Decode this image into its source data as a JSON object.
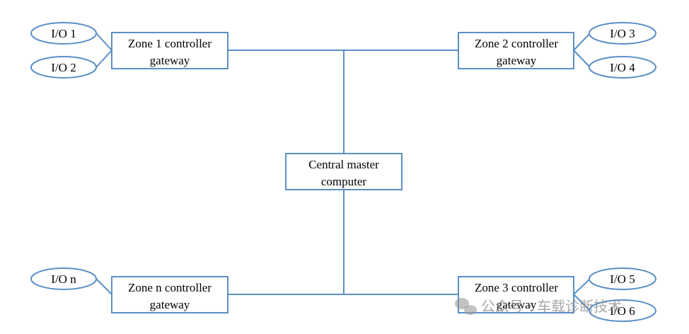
{
  "colors": {
    "stroke": "#5b8fc7",
    "text": "#000000",
    "watermark": "#8a8a8a"
  },
  "central": {
    "line1": "Central master",
    "line2": "computer"
  },
  "zones": [
    {
      "line1": "Zone 1 controller",
      "line2": "gateway"
    },
    {
      "line1": "Zone 2 controller",
      "line2": "gateway"
    },
    {
      "line1": "Zone n controller",
      "line2": "gateway"
    },
    {
      "line1": "Zone 3 controller",
      "line2": "gateway"
    }
  ],
  "io": [
    "I/O 1",
    "I/O 2",
    "I/O 3",
    "I/O 4",
    "I/O n",
    "I/O 5",
    "I/O 6"
  ],
  "watermark": {
    "text": "公众号 · 车载诊断技术",
    "icon": "wechat-icon"
  }
}
